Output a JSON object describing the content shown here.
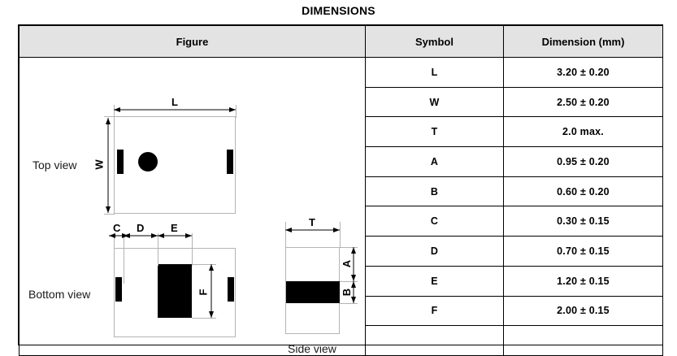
{
  "page": {
    "title": "DIMENSIONS"
  },
  "table": {
    "headers": {
      "figure": "Figure",
      "symbol": "Symbol",
      "dimension": "Dimension (mm)"
    },
    "rows": [
      {
        "symbol": "L",
        "dimension": "3.20 ± 0.20"
      },
      {
        "symbol": "W",
        "dimension": "2.50 ± 0.20"
      },
      {
        "symbol": "T",
        "dimension": "2.0 max."
      },
      {
        "symbol": "A",
        "dimension": "0.95 ± 0.20"
      },
      {
        "symbol": "B",
        "dimension": "0.60 ± 0.20"
      },
      {
        "symbol": "C",
        "dimension": "0.30 ± 0.15"
      },
      {
        "symbol": "D",
        "dimension": "0.70 ± 0.15"
      },
      {
        "symbol": "E",
        "dimension": "1.20 ± 0.15"
      },
      {
        "symbol": "F",
        "dimension": "2.00 ± 0.15"
      }
    ]
  },
  "figure": {
    "views": {
      "top": "Top view",
      "bottom": "Bottom view",
      "side": "Side view"
    },
    "callouts": {
      "L": "L",
      "W": "W",
      "C": "C",
      "D": "D",
      "E": "E",
      "F": "F",
      "T": "T",
      "A": "A",
      "B": "B"
    }
  },
  "colors": {
    "header_fill": "#e3e3e3",
    "border": "#000000",
    "outline": "#b4b4b4",
    "fill": "#000000"
  }
}
